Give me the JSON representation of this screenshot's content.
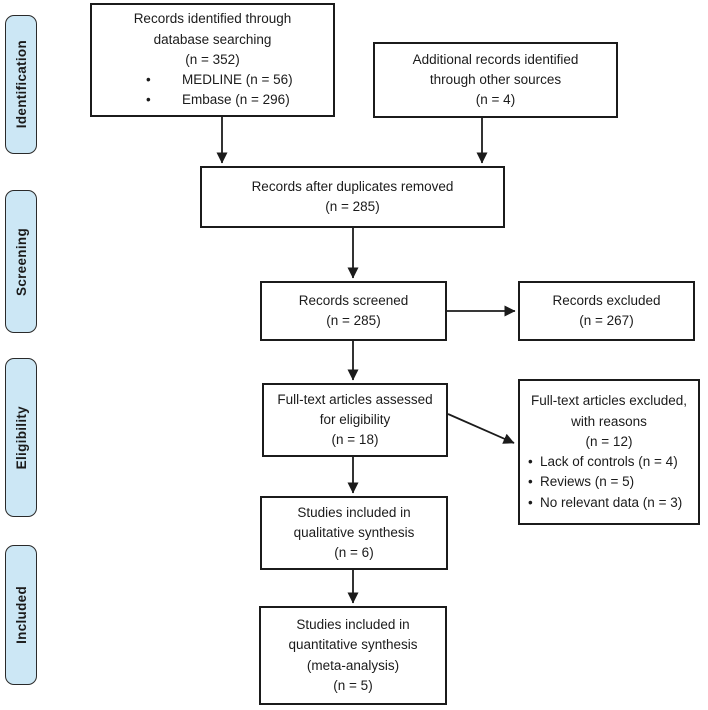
{
  "colors": {
    "stage_fill": "#cce7f5",
    "stage_border": "#2a2a2a",
    "node_border": "#1b1b1b",
    "arrow": "#1b1b1b",
    "text": "#1b1b1b",
    "background": "#ffffff"
  },
  "sidebar": {
    "stages": [
      {
        "label": "Identification"
      },
      {
        "label": "Screening"
      },
      {
        "label": "Eligibility"
      },
      {
        "label": "Included"
      }
    ]
  },
  "flow": {
    "identified": {
      "lines": [
        "Records identified through",
        "database searching",
        "(n = 352)"
      ],
      "bullets": [
        "MEDLINE (n = 56)",
        "Embase (n = 296)"
      ]
    },
    "additional": {
      "lines": [
        "Additional records identified",
        "through other sources",
        "(n = 4)"
      ]
    },
    "duplicates_removed": {
      "lines": [
        "Records after duplicates removed",
        "(n = 285)"
      ]
    },
    "screened": {
      "lines": [
        "Records screened",
        "(n = 285)"
      ]
    },
    "excluded": {
      "lines": [
        "Records excluded",
        "(n = 267)"
      ]
    },
    "fulltext_assessed": {
      "lines": [
        "Full-text articles assessed",
        "for eligibility",
        "(n = 18)"
      ]
    },
    "fulltext_excluded": {
      "lines": [
        "Full-text articles excluded,",
        "with reasons",
        "(n = 12)"
      ],
      "bullets": [
        "Lack of controls (n = 4)",
        "Reviews (n = 5)",
        "No relevant data (n = 3)"
      ]
    },
    "qualitative": {
      "lines": [
        "Studies included in",
        "qualitative synthesis",
        "(n = 6)"
      ]
    },
    "quantitative": {
      "lines": [
        "Studies included in",
        "quantitative synthesis",
        "(meta-analysis)",
        "(n = 5)"
      ]
    }
  }
}
